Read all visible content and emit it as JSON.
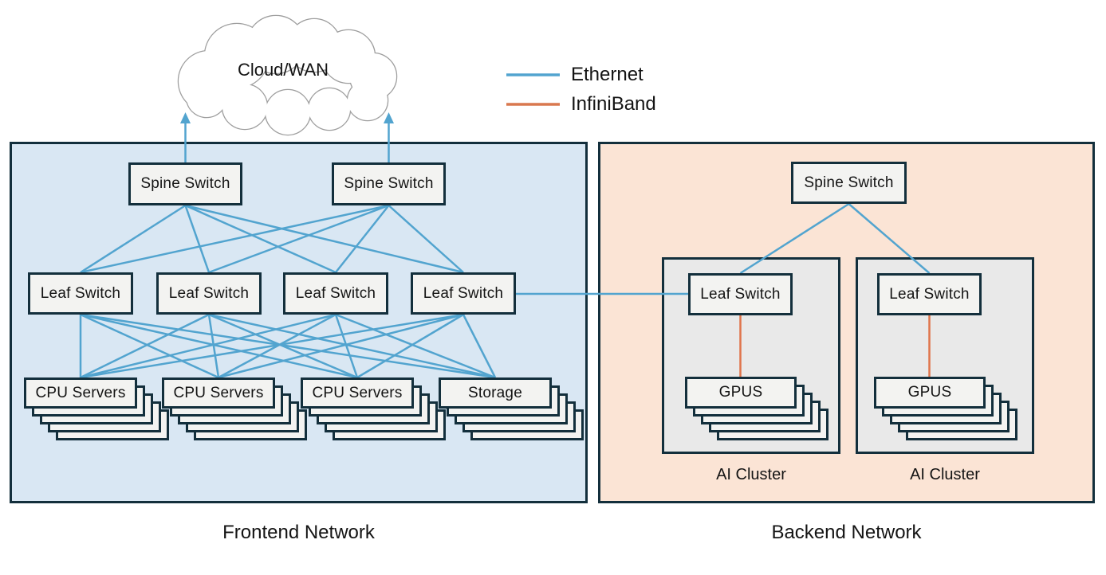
{
  "cloud": {
    "label": "Cloud/WAN"
  },
  "legend": {
    "items": [
      {
        "label": "Ethernet",
        "color": "#52A4CF"
      },
      {
        "label": "InfiniBand",
        "color": "#D9784F"
      }
    ]
  },
  "frontend": {
    "title": "Frontend Network",
    "background_color": "#D9E7F3",
    "spine_switches": [
      {
        "label": "Spine Switch"
      },
      {
        "label": "Spine Switch"
      }
    ],
    "leaf_switches": [
      {
        "label": "Leaf Switch"
      },
      {
        "label": "Leaf Switch"
      },
      {
        "label": "Leaf Switch"
      },
      {
        "label": "Leaf Switch"
      }
    ],
    "server_stacks": [
      {
        "label": "CPU Servers"
      },
      {
        "label": "CPU Servers"
      },
      {
        "label": "CPU Servers"
      },
      {
        "label": "Storage"
      }
    ]
  },
  "backend": {
    "title": "Backend Network",
    "background_color": "#FBE4D5",
    "spine_switch": {
      "label": "Spine Switch"
    },
    "clusters": [
      {
        "label": "AI Cluster",
        "leaf_label": "Leaf Switch",
        "stack_label": "GPUS"
      },
      {
        "label": "AI Cluster",
        "leaf_label": "Leaf Switch",
        "stack_label": "GPUS"
      }
    ]
  },
  "connections": {
    "ethernet_color": "#52A4CF",
    "infiniband_color": "#E0744B",
    "notes": [
      "frontend spine switches full-mesh to 4 leaf switches (Ethernet)",
      "frontend leaf switches full-mesh to 3 CPU Server stacks and Storage (Ethernet)",
      "frontend spine switches uplink arrows to Cloud/WAN (Ethernet)",
      "frontend leaf switch 4 links to backend AI cluster 1 leaf switch (Ethernet)",
      "backend spine switch links to both AI cluster leaf switches (Ethernet)",
      "each AI cluster leaf switch links to its GPUS stack (InfiniBand)"
    ]
  }
}
